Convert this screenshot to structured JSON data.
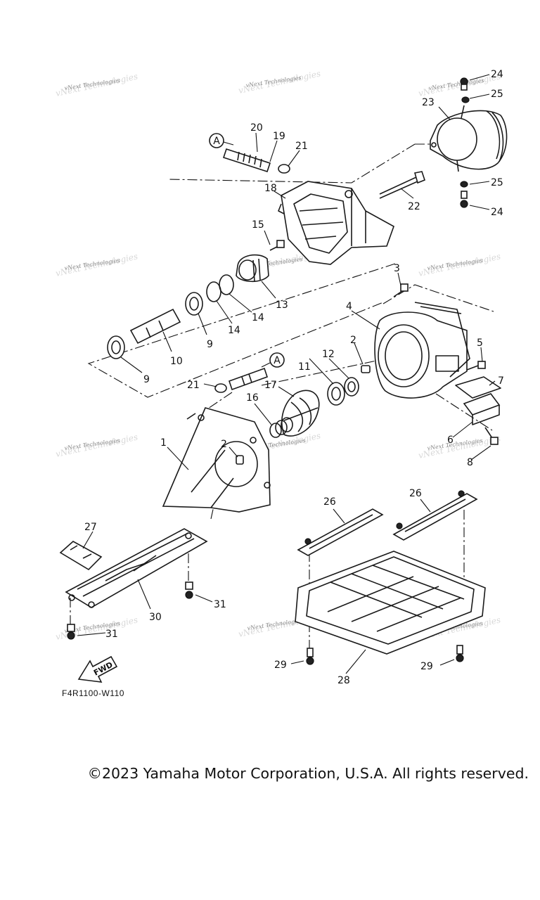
{
  "callouts": [
    "1",
    "2",
    "2",
    "3",
    "4",
    "5",
    "6",
    "7",
    "8",
    "9",
    "9",
    "10",
    "11",
    "12",
    "13",
    "14",
    "14",
    "15",
    "16",
    "17",
    "18",
    "19",
    "20",
    "21",
    "21",
    "22",
    "23",
    "24",
    "24",
    "25",
    "25",
    "26",
    "26",
    "27",
    "28",
    "29",
    "29",
    "30",
    "31",
    "31"
  ],
  "ref_marker": "A",
  "fwd_label": "FWD",
  "diagram_code": "F4R1100-W110",
  "watermark": "vNext Technologies",
  "copyright": "©2023 Yamaha Motor Corporation, U.S.A. All rights reserved."
}
